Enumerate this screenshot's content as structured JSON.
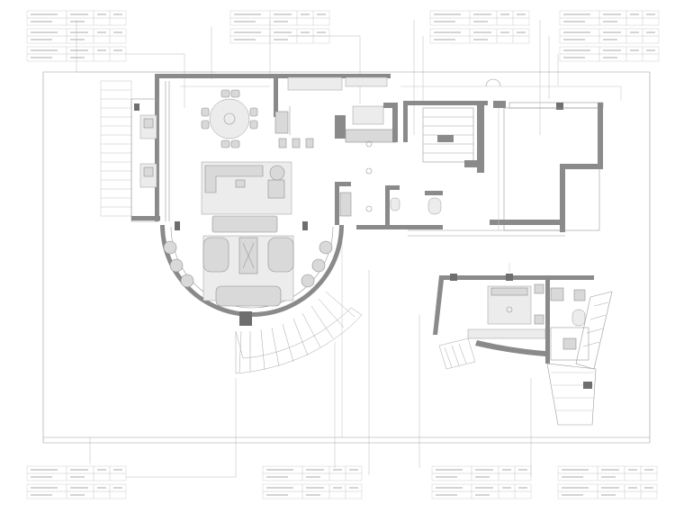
{
  "drawing": {
    "background": "#ffffff",
    "wall_color": "#8a8a8a",
    "line_color": "#9a9a9a",
    "furniture_color": "#d9d9d9"
  },
  "legend_tags": {
    "top": [
      {
        "id": "t1"
      },
      {
        "id": "t2"
      },
      {
        "id": "t3"
      },
      {
        "id": "t4"
      },
      {
        "id": "t5"
      },
      {
        "id": "t6"
      },
      {
        "id": "t7"
      },
      {
        "id": "t8"
      },
      {
        "id": "t9"
      },
      {
        "id": "t10"
      }
    ],
    "bottom": [
      {
        "id": "b1"
      },
      {
        "id": "b2"
      },
      {
        "id": "b3"
      },
      {
        "id": "b4"
      },
      {
        "id": "b5"
      },
      {
        "id": "b6"
      },
      {
        "id": "b7"
      },
      {
        "id": "b8"
      }
    ]
  }
}
